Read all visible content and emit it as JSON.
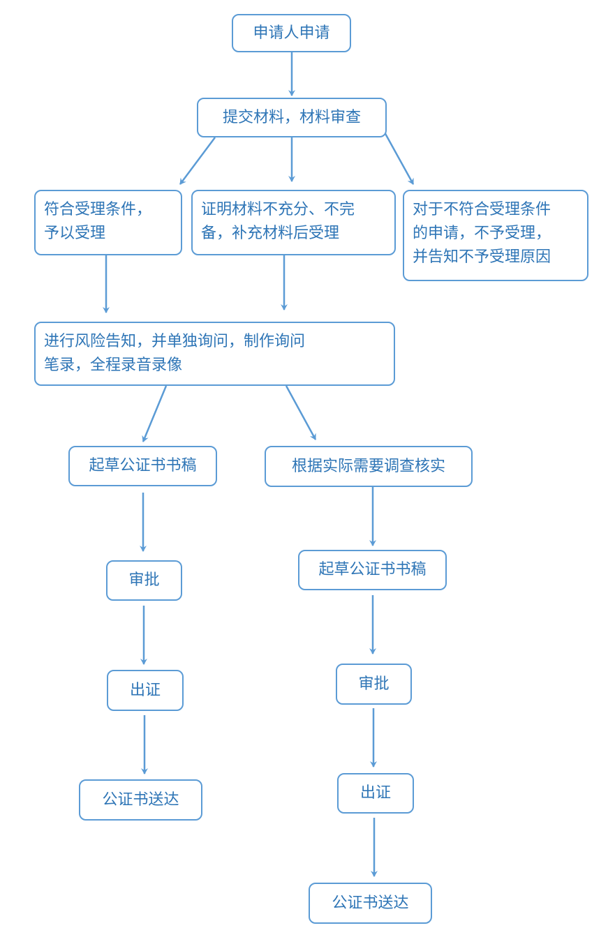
{
  "colors": {
    "stroke": "#5b9bd5",
    "text": "#2e75b6",
    "background": "#ffffff"
  },
  "nodes": {
    "apply": "申请人申请",
    "submit": "提交材料，材料审查",
    "accept": [
      "符合受理条件，",
      "予以受理"
    ],
    "supplement": [
      "证明材料不充分、不完",
      "备，补充材料后受理"
    ],
    "reject": [
      "对于不符合受理条件",
      "的申请，不予受理，",
      "并告知不予受理原因"
    ],
    "inform": [
      "进行风险告知，并单独询问，制作询问",
      "笔录，全程录音录像"
    ],
    "left_draft": "起草公证书书稿",
    "investigate": "根据实际需要调查核实",
    "left_approve": "审批",
    "right_draft": "起草公证书书稿",
    "left_issue": "出证",
    "right_approve": "审批",
    "left_deliver": "公证书送达",
    "right_issue": "出证",
    "right_deliver": "公证书送达"
  }
}
